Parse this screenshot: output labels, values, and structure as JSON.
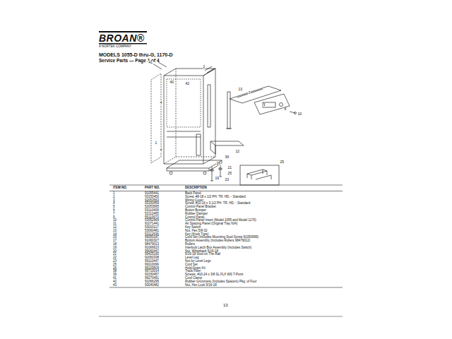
{
  "diagram": {
    "title": "MODELS 1055-D thru-G, 1170-D",
    "labels": [
      "BROAN®",
      "A NORTEK COMPANY",
      "Service Parts — Page 1 of 4",
      "41",
      "2",
      "40",
      "42",
      "13",
      "3",
      "9",
      "8",
      "10",
      "4",
      "1",
      "4",
      "12",
      "39",
      "25",
      "26",
      "21",
      "25",
      "19",
      "23",
      "ITEM NO.",
      "PART NO.",
      "DESCRIPTION",
      "1",
      "91055441",
      "Back Panel",
      "2",
      "93150450",
      "Screw, #8-18 x 1/2 PH. TR. HD. - Standard",
      "3",
      "92053563",
      "Wiring Cover",
      "4",
      "93150459",
      "Screw, #10-16 x 3-1/2 PH. TR. HD. - Standard",
      "5",
      "52053565",
      "Control Panel Bracket",
      "6",
      "53110409",
      "Button Bumper",
      "7",
      "52112465",
      "Rubber Damper",
      "9",
      "55110573",
      "Control Panel",
      "10",
      "53052969",
      "Control Panel Insert (Model 1055 and Model 1170)",
      "11",
      "91071441",
      "Air Spacing Panel (Original Tray N/A)",
      "12",
      "53020117",
      "Key Switch",
      "13",
      "53060481",
      "Nut, Hex 5/8-32",
      "14",
      "53112636",
      "Key (Knob Type)",
      "15",
      "99050187",
      "Cord Set (Includes Mounting Stud Screw 91050999)",
      "17",
      "91060327",
      "Bottom Assembly (Includes Rollers 98479012)",
      "18",
      "98479013",
      "Rollers",
      "19",
      "91066623",
      "Interlock Latch Box Assembly (Includes Switch)",
      "20",
      "99060447",
      "Nut, Whiteback 5/16-18",
      "21",
      "99425165",
      "5/16-18 Stud on The Rail",
      "22",
      "92060338",
      "Level Leg",
      "23",
      "99110447",
      "Nut for Level Legs",
      "25",
      "99110099",
      "Cord Set",
      "26",
      "99109509",
      "Hold-Down Kit",
      "38",
      "99710014",
      "Track Filter",
      "39",
      "93150457",
      "Screws, #10-24 x 3/8 SL FLX WS T-Point",
      "41",
      "99270461",
      "Cord Clamp",
      "42",
      "91066295",
      "Rubber Grommets (Includes Spacers) Pkg. of Four",
      "43",
      "93040482",
      "Nut, Hex Lock 5/16-18",
      "13"
    ]
  }
}
